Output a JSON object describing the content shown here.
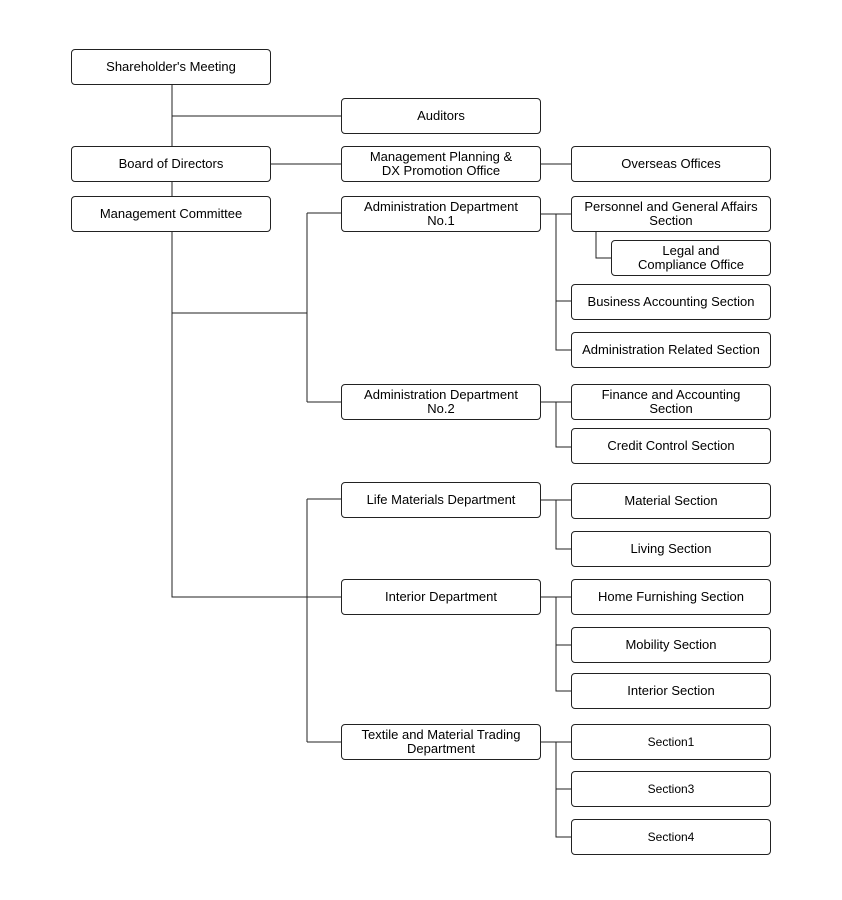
{
  "org_chart": {
    "shareholders_meeting": "Shareholder's Meeting",
    "auditors": "Auditors",
    "board_of_directors": "Board of Directors",
    "management_planning_office": "Management Planning &\nDX Promotion Office",
    "overseas_offices": "Overseas Offices",
    "management_committee": "Management Committee",
    "admin_dept_1": "Administration Department\nNo.1",
    "personnel_general_affairs": "Personnel and General Affairs\nSection",
    "legal_compliance": "Legal and\nCompliance Office",
    "business_accounting": "Business Accounting Section",
    "administration_related": "Administration Related Section",
    "admin_dept_2": "Administration Department\nNo.2",
    "finance_accounting": "Finance and Accounting\nSection",
    "credit_control": "Credit Control Section",
    "life_materials_dept": "Life Materials Department",
    "material_section": "Material Section",
    "living_section": "Living Section",
    "interior_dept": "Interior Department",
    "home_furnishing": "Home Furnishing Section",
    "mobility_section": "Mobility Section",
    "interior_section": "Interior Section",
    "textile_dept": "Textile and Material Trading\nDepartment",
    "section1": "Section1",
    "section3": "Section3",
    "section4": "Section4"
  }
}
